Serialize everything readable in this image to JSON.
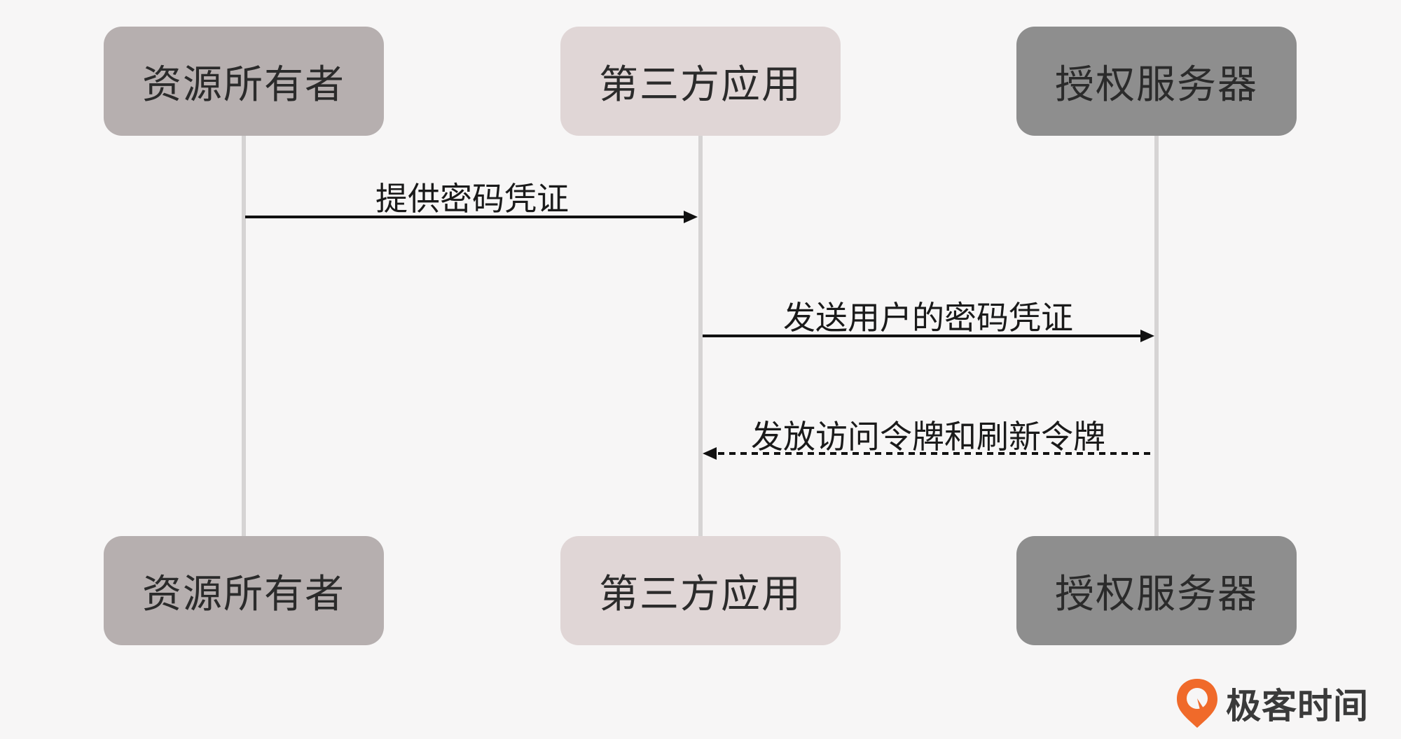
{
  "participants": [
    {
      "label": "资源所有者",
      "color": "#b6afaf"
    },
    {
      "label": "第三方应用",
      "color": "#e0d6d6"
    },
    {
      "label": "授权服务器",
      "color": "#8e8e8e"
    }
  ],
  "messages": [
    {
      "label": "提供密码凭证",
      "from": "资源所有者",
      "to": "第三方应用",
      "style": "solid"
    },
    {
      "label": "发送用户的密码凭证",
      "from": "第三方应用",
      "to": "授权服务器",
      "style": "solid"
    },
    {
      "label": "发放访问令牌和刷新令牌",
      "from": "授权服务器",
      "to": "第三方应用",
      "style": "dashed"
    }
  ],
  "logo": {
    "text": "极客时间",
    "icon": "geektime-logo-icon",
    "accent": "#f06a2a"
  }
}
